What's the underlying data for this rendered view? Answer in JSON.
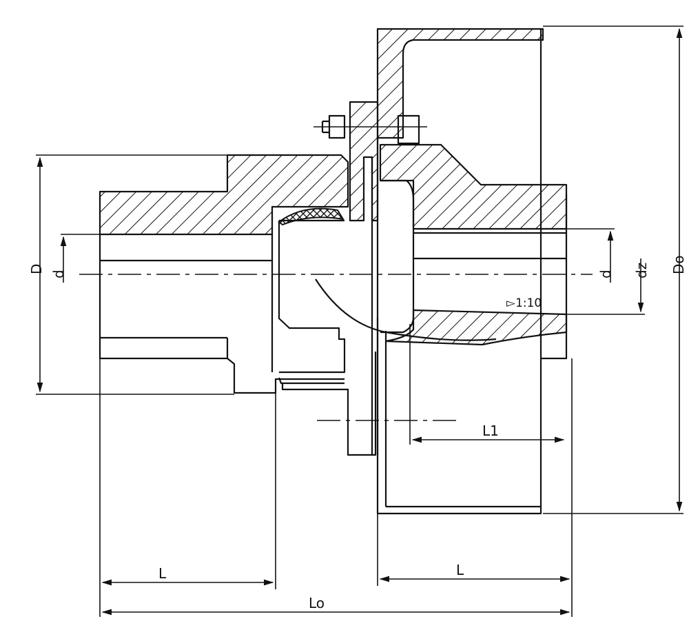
{
  "labels": {
    "outer_diameter": "D",
    "bore_left": "d",
    "bore_right": "d",
    "tapered_bore": "dz",
    "flange_diameter": "Do",
    "taper_ratio": "▻1:10",
    "hub_length_left": "L",
    "hub_length_right": "L",
    "taper_length": "L1",
    "overall_length": "Lo"
  }
}
